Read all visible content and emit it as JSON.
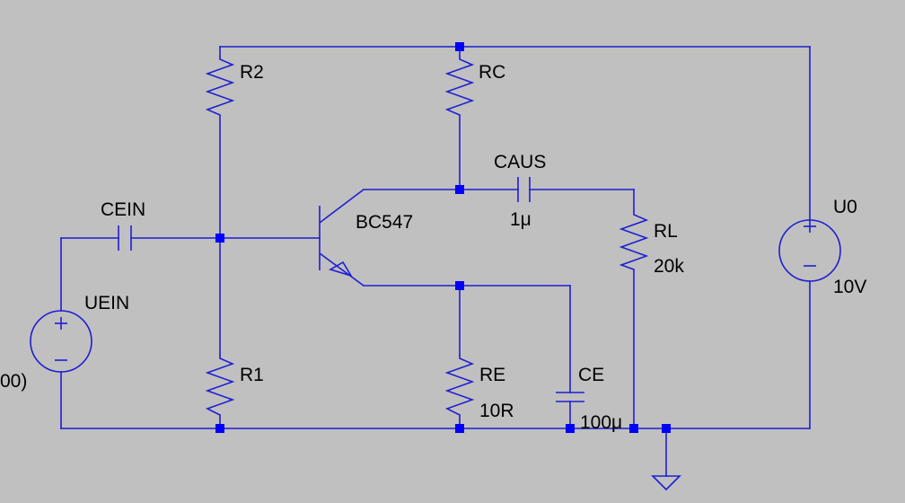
{
  "labels": {
    "r2": "R2",
    "rc": "RC",
    "caus": "CAUS",
    "caus_value": "1μ",
    "cein": "CEIN",
    "bc547": "BC547",
    "u0": "U0",
    "u0_value": "10V",
    "rl": "RL",
    "rl_value": "20k",
    "uein": "UEIN",
    "uein_value": "00)",
    "r1": "R1",
    "re": "RE",
    "re_value": "10R",
    "ce": "CE",
    "ce_value": "100μ"
  },
  "colors": {
    "background": "#c0c0c0",
    "wire": "#1e1ed2",
    "junction": "#0000ff",
    "label": "#000000"
  },
  "icons": {
    "ground": "ground-icon",
    "voltage_source": "voltage-source-icon"
  }
}
